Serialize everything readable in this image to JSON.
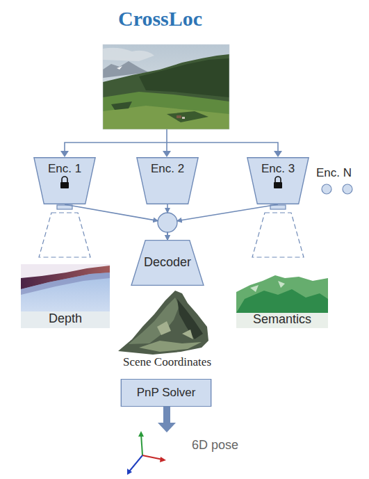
{
  "diagram": {
    "title": "CrossLoc",
    "nodes": [
      {
        "text": [
          "Enc. 1"
        ]
      },
      {
        "text": [
          "Enc. 2"
        ]
      },
      {
        "text": [
          "Enc. 3"
        ]
      },
      {
        "text": [
          "Decoder"
        ]
      },
      {
        "text": [
          "Depth"
        ]
      },
      {
        "text": [
          "Semantics"
        ]
      },
      {
        "text": [
          "PnP Solver"
        ]
      }
    ],
    "edges": [
      {
        "from": 0,
        "to": 3,
        "arrow": "to"
      },
      {
        "from": 1,
        "to": 3,
        "arrow": "to"
      },
      {
        "from": 2,
        "to": 3,
        "arrow": "to"
      }
    ],
    "labels": [
      "Enc. N",
      "Scene Coordinates",
      "6D pose"
    ]
  }
}
